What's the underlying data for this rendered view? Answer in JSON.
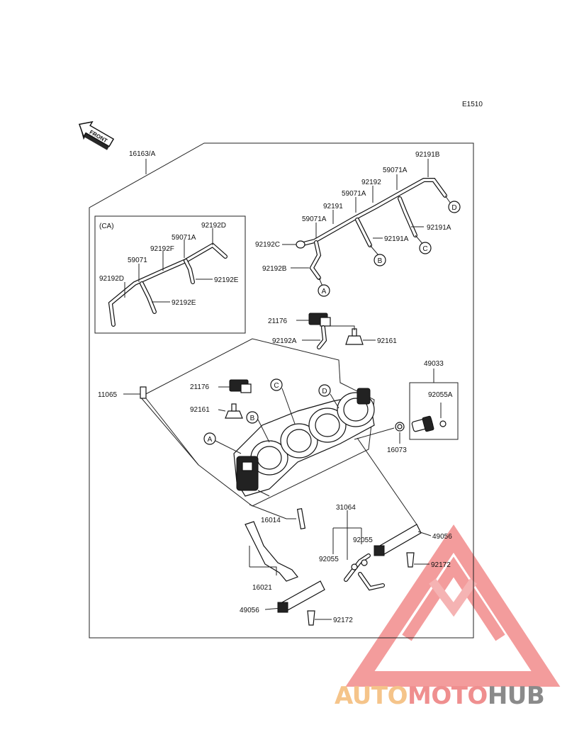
{
  "diagram_code": "E1510",
  "front_arrow_text": "FRONT",
  "frame_label": "16163/A",
  "ca_box_label": "(CA)",
  "ca_parts": {
    "p92192D_top": "92192D",
    "p59071A": "59071A",
    "p92192F": "92192F",
    "p59071": "59071",
    "p92192D_left": "92192D",
    "p92192E_right": "92192E",
    "p92192E_bottom": "92192E"
  },
  "vacuum_parts": {
    "p92191B": "92191B",
    "p59071A_top": "59071A",
    "p92192": "92192",
    "p59071A_mid": "59071A",
    "p92191": "92191",
    "p59071A_low": "59071A",
    "p92192C": "92192C",
    "p92191A_a": "92191A",
    "p92191A_b": "92191A",
    "p92192B": "92192B"
  },
  "sensor_parts": {
    "p21176_top": "21176",
    "p92192A": "92192A",
    "p92161_top": "92161",
    "p11065": "11065",
    "p21176_mid": "21176",
    "p92161_mid": "92161"
  },
  "injector_parts": {
    "p49033": "49033",
    "p92055A": "92055A",
    "p16073": "16073",
    "p16014": "16014",
    "p31064": "31064",
    "p92055_a": "92055",
    "p92055_b": "92055",
    "p49056_right": "49056",
    "p92172_right": "92172",
    "p16021": "16021",
    "p49056_left": "49056",
    "p92172_left": "92172"
  },
  "callouts": {
    "A": "A",
    "B": "B",
    "C": "C",
    "D": "D"
  },
  "watermark": {
    "part1": "AUTO",
    "part2": "MOTO",
    "part3": "HUB"
  },
  "colors": {
    "watermark_red": "#ef7b7b",
    "watermark_orange": "#f5c48a",
    "watermark_gray": "#8a8a8a"
  }
}
